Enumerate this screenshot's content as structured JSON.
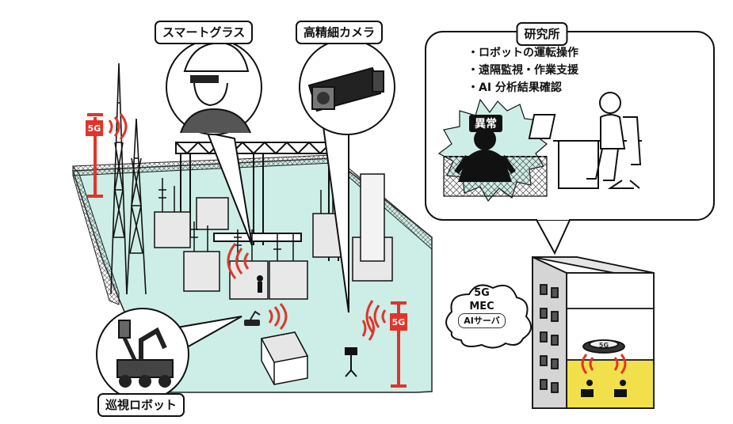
{
  "labels": {
    "smart_glass": "スマートグラス",
    "hd_camera": "高精細カメラ",
    "lab": "研究所",
    "patrol_robot": "巡視ロボット",
    "anomaly": "異常"
  },
  "lab_tasks": [
    "ロボットの運転操作",
    "遠隔監視・作業支援",
    "AI 分析結果確認"
  ],
  "mec": {
    "line1": "5G",
    "line2": "MEC",
    "line3": "AIサーバ"
  },
  "fiveg_tags": [
    "5G",
    "5G",
    "5G"
  ],
  "colors": {
    "ground": "#cdeee6",
    "signal_red": "#e0352b",
    "floor_yellow": "#f2e04a",
    "outline": "#111111"
  }
}
